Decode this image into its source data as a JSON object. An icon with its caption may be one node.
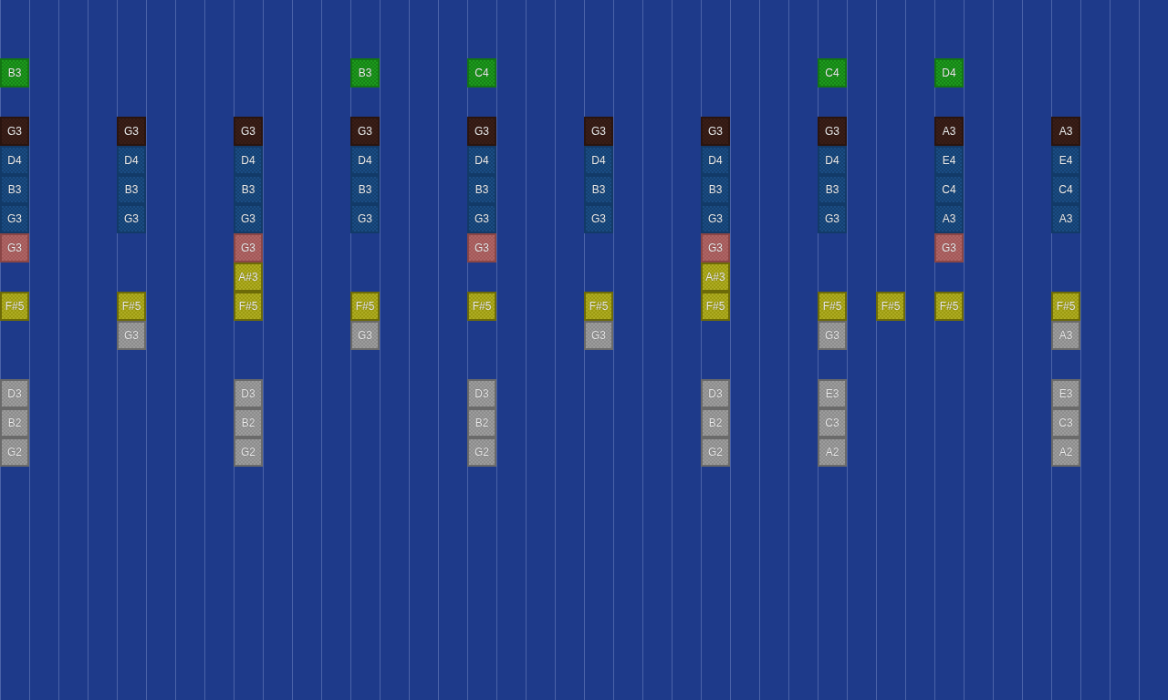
{
  "diagram": {
    "nodes": [
      {
        "text": [
          "B3"
        ]
      },
      {
        "text": [
          "B3"
        ]
      },
      {
        "text": [
          "C4"
        ]
      },
      {
        "text": [
          "C4"
        ]
      },
      {
        "text": [
          "D4"
        ]
      },
      {
        "text": [
          "G3"
        ]
      },
      {
        "text": [
          "G3"
        ]
      },
      {
        "text": [
          "G3"
        ]
      },
      {
        "text": [
          "G3"
        ]
      },
      {
        "text": [
          "G3"
        ]
      },
      {
        "text": [
          "G3"
        ]
      },
      {
        "text": [
          "G3"
        ]
      },
      {
        "text": [
          "G3"
        ]
      },
      {
        "text": [
          "A3"
        ]
      },
      {
        "text": [
          "A3"
        ]
      },
      {
        "text": [
          "D4"
        ]
      },
      {
        "text": [
          "D4"
        ]
      },
      {
        "text": [
          "D4"
        ]
      },
      {
        "text": [
          "D4"
        ]
      },
      {
        "text": [
          "D4"
        ]
      },
      {
        "text": [
          "D4"
        ]
      },
      {
        "text": [
          "D4"
        ]
      },
      {
        "text": [
          "D4"
        ]
      },
      {
        "text": [
          "E4"
        ]
      },
      {
        "text": [
          "E4"
        ]
      },
      {
        "text": [
          "B3"
        ]
      },
      {
        "text": [
          "B3"
        ]
      },
      {
        "text": [
          "B3"
        ]
      },
      {
        "text": [
          "B3"
        ]
      },
      {
        "text": [
          "B3"
        ]
      },
      {
        "text": [
          "B3"
        ]
      },
      {
        "text": [
          "B3"
        ]
      },
      {
        "text": [
          "B3"
        ]
      },
      {
        "text": [
          "C4"
        ]
      },
      {
        "text": [
          "C4"
        ]
      },
      {
        "text": [
          "G3"
        ]
      },
      {
        "text": [
          "G3"
        ]
      },
      {
        "text": [
          "G3"
        ]
      },
      {
        "text": [
          "G3"
        ]
      },
      {
        "text": [
          "G3"
        ]
      },
      {
        "text": [
          "G3"
        ]
      },
      {
        "text": [
          "G3"
        ]
      },
      {
        "text": [
          "G3"
        ]
      },
      {
        "text": [
          "A3"
        ]
      },
      {
        "text": [
          "A3"
        ]
      },
      {
        "text": [
          "G3"
        ]
      },
      {
        "text": [
          "G3"
        ]
      },
      {
        "text": [
          "G3"
        ]
      },
      {
        "text": [
          "G3"
        ]
      },
      {
        "text": [
          "G3"
        ]
      },
      {
        "text": [
          "A#3"
        ]
      },
      {
        "text": [
          "A#3"
        ]
      },
      {
        "text": [
          "F#5"
        ]
      },
      {
        "text": [
          "F#5"
        ]
      },
      {
        "text": [
          "F#5"
        ]
      },
      {
        "text": [
          "F#5"
        ]
      },
      {
        "text": [
          "F#5"
        ]
      },
      {
        "text": [
          "F#5"
        ]
      },
      {
        "text": [
          "F#5"
        ]
      },
      {
        "text": [
          "F#5"
        ]
      },
      {
        "text": [
          "F#5"
        ]
      },
      {
        "text": [
          "F#5"
        ]
      },
      {
        "text": [
          "F#5"
        ]
      },
      {
        "text": [
          "G3"
        ]
      },
      {
        "text": [
          "G3"
        ]
      },
      {
        "text": [
          "G3"
        ]
      },
      {
        "text": [
          "G3"
        ]
      },
      {
        "text": [
          "A3"
        ]
      },
      {
        "text": [
          "D3"
        ]
      },
      {
        "text": [
          "D3"
        ]
      },
      {
        "text": [
          "D3"
        ]
      },
      {
        "text": [
          "D3"
        ]
      },
      {
        "text": [
          "E3"
        ]
      },
      {
        "text": [
          "E3"
        ]
      },
      {
        "text": [
          "B2"
        ]
      },
      {
        "text": [
          "B2"
        ]
      },
      {
        "text": [
          "B2"
        ]
      },
      {
        "text": [
          "B2"
        ]
      },
      {
        "text": [
          "C3"
        ]
      },
      {
        "text": [
          "C3"
        ]
      },
      {
        "text": [
          "G2"
        ]
      },
      {
        "text": [
          "G2"
        ]
      },
      {
        "text": [
          "G2"
        ]
      },
      {
        "text": [
          "G2"
        ]
      },
      {
        "text": [
          "A2"
        ]
      },
      {
        "text": [
          "A2"
        ]
      }
    ]
  }
}
